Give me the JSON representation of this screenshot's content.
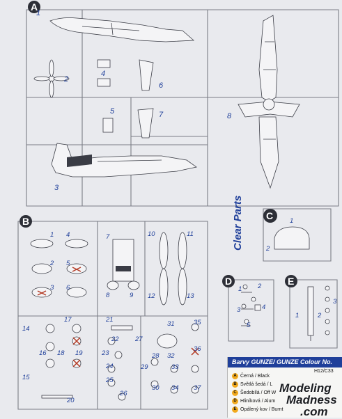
{
  "sprues": {
    "a": {
      "label": "A",
      "parts": [
        "1",
        "2",
        "3",
        "4",
        "5",
        "6",
        "7",
        "8"
      ]
    },
    "b": {
      "label": "B",
      "parts": [
        "1",
        "2",
        "3",
        "4",
        "5",
        "6",
        "7",
        "8",
        "9",
        "10",
        "11",
        "12",
        "13",
        "14",
        "15",
        "16",
        "17",
        "18",
        "19",
        "20",
        "21",
        "22",
        "23",
        "24",
        "25",
        "26",
        "27",
        "28",
        "29",
        "30",
        "31",
        "32",
        "33",
        "34",
        "35",
        "36",
        "37"
      ]
    },
    "c": {
      "label": "C",
      "title": "Clear Parts",
      "parts": [
        "1",
        "2"
      ]
    },
    "d": {
      "label": "D",
      "parts": [
        "1",
        "2",
        "3",
        "4",
        "5"
      ]
    },
    "e": {
      "label": "E",
      "parts": [
        "1",
        "2",
        "3"
      ]
    }
  },
  "colour_table": {
    "header": "Barvy GUNZE/ GUNZE Colour No.",
    "rows": [
      {
        "letter": "A",
        "name": "Černá / Black",
        "code": "H12/C33"
      },
      {
        "letter": "B",
        "name": "Světlá šedá / L",
        "code": ""
      },
      {
        "letter": "C",
        "name": "Šedobílá / Off W",
        "code": ""
      },
      {
        "letter": "D",
        "name": "Hliníková / Alum",
        "code": ""
      },
      {
        "letter": "E",
        "name": "Opálený kov / Burnt",
        "code": ""
      }
    ]
  },
  "watermark": {
    "line1": "Modeling",
    "line2": "Madness",
    "line3": ".com"
  },
  "colors": {
    "accent": "#1f3f9a",
    "badge": "#2d2f37",
    "orange": "#f1a91d"
  }
}
